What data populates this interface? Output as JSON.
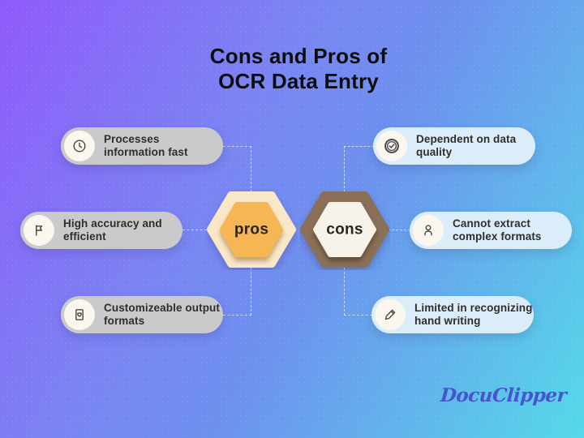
{
  "title": {
    "line1": "Cons and Pros of",
    "line2": "OCR Data Entry"
  },
  "pros": {
    "label": "pros",
    "items": [
      {
        "icon": "clock-icon",
        "text": "Processes information fast",
        "lines": [
          "Processes",
          "information fast"
        ]
      },
      {
        "icon": "flag-icon",
        "text": "High accuracy and efficient",
        "lines": [
          "High accuracy and",
          "efficient"
        ]
      },
      {
        "icon": "document-heart-icon",
        "text": "Customizeable output formats",
        "lines": [
          "Customizeable output",
          "formats"
        ]
      }
    ],
    "colors": {
      "hex_outer": "#FAE7C8",
      "hex_inner": "#F6B654",
      "pill": "#CACACD"
    }
  },
  "cons": {
    "label": "cons",
    "items": [
      {
        "icon": "seal-check-icon",
        "text": "Dependent on data quality",
        "lines": [
          "Dependent on data",
          "quality"
        ]
      },
      {
        "icon": "person-icon",
        "text": "Cannot extract complex formats",
        "lines": [
          "Cannot extract",
          "complex formats"
        ]
      },
      {
        "icon": "pencil-icon",
        "text": "Limited in recognizing hand writing",
        "lines": [
          "Limited in recognizing",
          "hand writing"
        ]
      }
    ],
    "colors": {
      "hex_outer": "#8A7058",
      "hex_inner": "#F7F2EA",
      "pill": "#DCEDFA"
    }
  },
  "logo": {
    "text": "DocuClipper",
    "color": "#4953CE"
  },
  "background": {
    "gradient_from": "#8F5AFB",
    "gradient_mid": "#6D90EE",
    "gradient_to": "#55D9E9"
  }
}
